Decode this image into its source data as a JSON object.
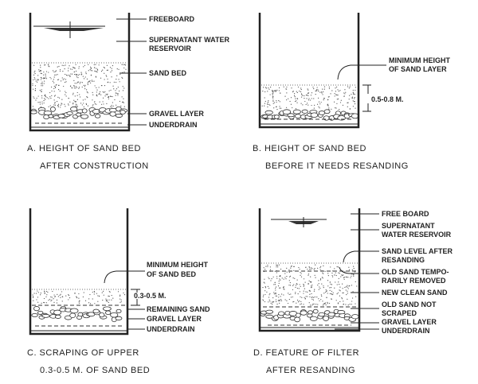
{
  "panels": {
    "a": {
      "labels": [
        "FREEBOARD",
        "SUPERNATANT WATER",
        "RESERVOIR",
        "SAND BED",
        "GRAVEL LAYER",
        "UNDERDRAIN"
      ],
      "caption": [
        "A.  HEIGHT OF SAND BED",
        "AFTER CONSTRUCTION"
      ]
    },
    "b": {
      "labels": [
        "MINIMUM HEIGHT",
        "OF SAND LAYER",
        "0.5-0.8 M."
      ],
      "caption": [
        "B.  HEIGHT OF SAND BED",
        "BEFORE IT NEEDS RESANDING"
      ]
    },
    "c": {
      "labels": [
        "MINIMUM HEIGHT",
        "OF SAND BED",
        "0.3-0.5 M.",
        "REMAINING SAND",
        "GRAVEL LAYER",
        "UNDERDRAIN"
      ],
      "caption": [
        "C.  SCRAPING OF UPPER",
        "0.3-0.5 M. OF SAND BED"
      ]
    },
    "d": {
      "labels": [
        "FREE BOARD",
        "SUPERNATANT",
        "WATER RESERVOIR",
        "SAND LEVEL AFTER",
        "RESANDING",
        "OLD SAND TEMPO-",
        "RARILY REMOVED",
        "NEW CLEAN SAND",
        "OLD SAND NOT",
        "SCRAPED",
        "GRAVEL LAYER",
        "UNDERDRAIN"
      ],
      "caption": [
        "D.  FEATURE OF FILTER",
        "AFTER RESANDING"
      ]
    }
  }
}
